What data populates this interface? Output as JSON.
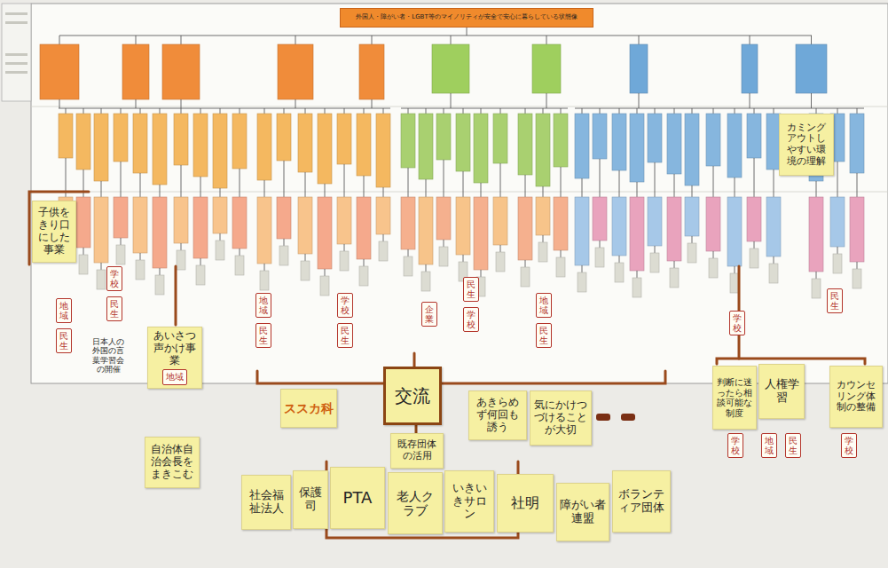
{
  "diagram": {
    "title": "外国人・障がい者・LGBT等のマイノリティが安全で安心に暮らしている状態像",
    "nodes": [
      {
        "text": [
          "カミングアウトしやすい環境の理解"
        ]
      },
      {
        "text": [
          "子供をきり口にした事業"
        ]
      },
      {
        "text": [
          "地域"
        ]
      },
      {
        "text": [
          "民生"
        ]
      },
      {
        "text": [
          "学校"
        ]
      },
      {
        "text": [
          "民生"
        ]
      },
      {
        "text": [
          "地域"
        ]
      },
      {
        "text": [
          "民生"
        ]
      },
      {
        "text": [
          "学校"
        ]
      },
      {
        "text": [
          "民生"
        ]
      },
      {
        "text": [
          "企業"
        ]
      },
      {
        "text": [
          "民生"
        ]
      },
      {
        "text": [
          "学校"
        ]
      },
      {
        "text": [
          "地域"
        ]
      },
      {
        "text": [
          "民生"
        ]
      },
      {
        "text": [
          "学校"
        ]
      },
      {
        "text": [
          "民生"
        ]
      },
      {
        "text": [
          "あいさつ声かけ事業"
        ]
      },
      {
        "text": [
          "地域"
        ],
        "in": 17
      },
      {
        "text": [
          "自治体自治会長をまきこむ"
        ]
      },
      {
        "text": [
          "ススカ科"
        ]
      },
      {
        "text": [
          "交流"
        ]
      },
      {
        "text": [
          "既存団体の活用"
        ]
      },
      {
        "text": [
          "あきらめず何回も誘う"
        ]
      },
      {
        "text": [
          "気にかけつづけることが大切"
        ]
      },
      {
        "text": [
          "判断に迷ったら相談可能な制度"
        ]
      },
      {
        "text": [
          "学校"
        ]
      },
      {
        "text": [
          "人権学習"
        ]
      },
      {
        "text": [
          "地域"
        ]
      },
      {
        "text": [
          "民生"
        ]
      },
      {
        "text": [
          "カウンセリング体制の整備"
        ]
      },
      {
        "text": [
          "学校"
        ]
      },
      {
        "text": [
          "社会福祉法人"
        ]
      },
      {
        "text": [
          "保護司"
        ]
      },
      {
        "text": [
          "PTA"
        ]
      },
      {
        "text": [
          "老人クラブ"
        ]
      },
      {
        "text": [
          "いきいきサロン"
        ]
      },
      {
        "text": [
          "社明"
        ]
      },
      {
        "text": [
          "障がい者連盟"
        ]
      },
      {
        "text": [
          "ボランティア団体"
        ]
      }
    ],
    "edges": [
      {
        "from": 21,
        "to": 22,
        "arrow": "none"
      }
    ],
    "labels": [
      "日本人の外国の言葉学習会の開催"
    ]
  }
}
